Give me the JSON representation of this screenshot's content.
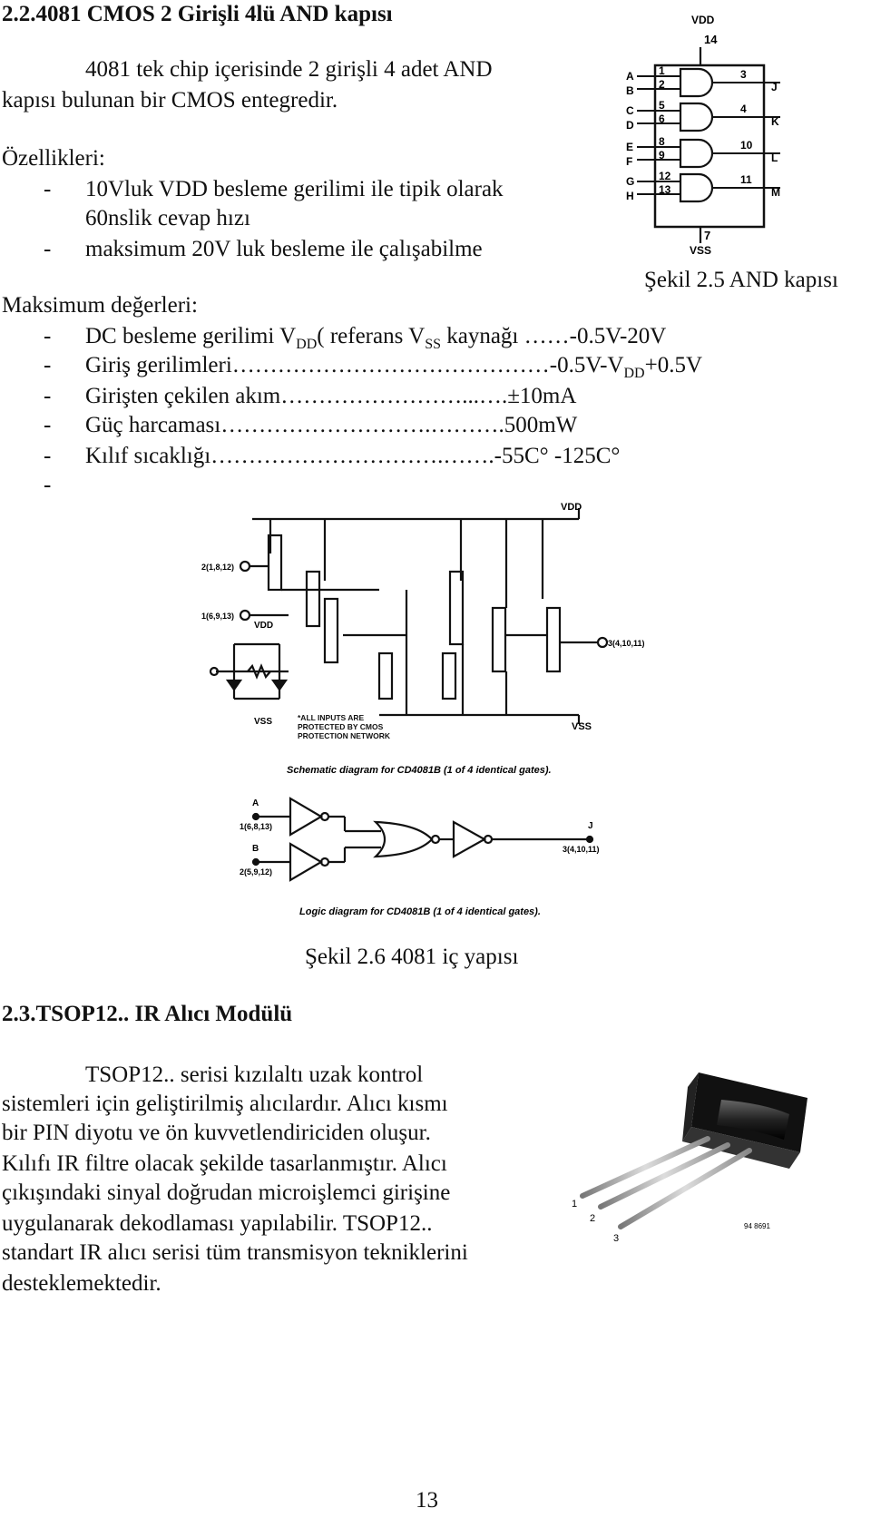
{
  "section1": {
    "heading": "2.2.4081 CMOS 2 Girişli 4lü AND kapısı",
    "intro_line1": "4081 tek chip içerisinde 2 girişli 4 adet AND",
    "intro_line2": "kapısı bulunan bir CMOS entegredir.",
    "features_title": "Özellikleri:",
    "features": [
      {
        "line1": "10Vluk VDD besleme gerilimi ile tipik olarak",
        "line2": "60nslik cevap hızı"
      },
      {
        "line1": "maksimum 20V luk besleme ile çalışabilme"
      }
    ],
    "fig25_caption": "Şekil 2.5 AND kapısı",
    "max_title": "Maksimum değerleri:",
    "max_items": [
      {
        "pre": "DC besleme gerilimi V",
        "sub": "DD",
        "mid": "( referans V",
        "sub2": "SS",
        "post": " kaynağı ……-0.5V-20V"
      },
      {
        "pre": "Giriş gerilimleri……………………………………-0.5V-V",
        "sub": "DD",
        "post": "+0.5V"
      },
      {
        "text": "Girişten çekilen akım……………………...….±10mA"
      },
      {
        "text": "Güç harcaması……………………….……….500mW"
      },
      {
        "text": "Kılıf sıcaklığı………………………….…….-55C° -125C°"
      },
      {
        "text": ""
      }
    ]
  },
  "pinout": {
    "vdd_label": "VDD",
    "vdd_pin": "14",
    "vss_label": "VSS",
    "vss_pin": "7",
    "gates": [
      {
        "in1": "A",
        "in1_pin": "1",
        "in2": "B",
        "in2_pin": "2",
        "out_pin": "3",
        "out": "J"
      },
      {
        "in1": "C",
        "in1_pin": "5",
        "in2": "D",
        "in2_pin": "6",
        "out_pin": "4",
        "out": "K"
      },
      {
        "in1": "E",
        "in1_pin": "8",
        "in2": "F",
        "in2_pin": "9",
        "out_pin": "10",
        "out": "L"
      },
      {
        "in1": "G",
        "in1_pin": "12",
        "in2": "H",
        "in2_pin": "13",
        "out_pin": "11",
        "out": "M"
      }
    ]
  },
  "schematic": {
    "vdd": "VDD",
    "vss": "VSS",
    "vdd_local": "VDD",
    "vss_local": "VSS",
    "in_a": "2(1,8,12)",
    "in_b": "1(6,9,13)",
    "out": "3(4,10,11)",
    "note": "*ALL INPUTS ARE PROTECTED BY CMOS PROTECTION NETWORK",
    "caption": "Schematic diagram for CD4081B (1 of 4 identical gates)."
  },
  "logic": {
    "a_label": "A",
    "a_pins": "1(6,8,13)",
    "b_label": "B",
    "b_pins": "2(5,9,12)",
    "j_label": "J",
    "j_pins": "3(4,10,11)",
    "caption": "Logic diagram for CD4081B (1 of 4 identical gates)."
  },
  "fig26_caption": "Şekil 2.6 4081 iç yapısı",
  "section2": {
    "heading": "2.3.TSOP12.. IR Alıcı Modülü",
    "paragraph_lines": [
      "TSOP12.. serisi kızılaltı uzak kontrol",
      "sistemleri için geliştirilmiş alıcılardır. Alıcı kısmı",
      "bir PIN diyotu ve ön kuvvetlendiriciden oluşur.",
      "Kılıfı IR filtre olacak şekilde tasarlanmıştır. Alıcı",
      "çıkışındaki sinyal doğrudan microişlemci girişine",
      "uygulanarak dekodlaması yapılabilir. TSOP12..",
      "standart IR alıcı serisi tüm transmisyon tekniklerini",
      "desteklemektedir."
    ]
  },
  "tsop_image": {
    "pin1": "1",
    "pin2": "2",
    "pin3": "3",
    "code": "94 8691"
  },
  "page_number": "13"
}
